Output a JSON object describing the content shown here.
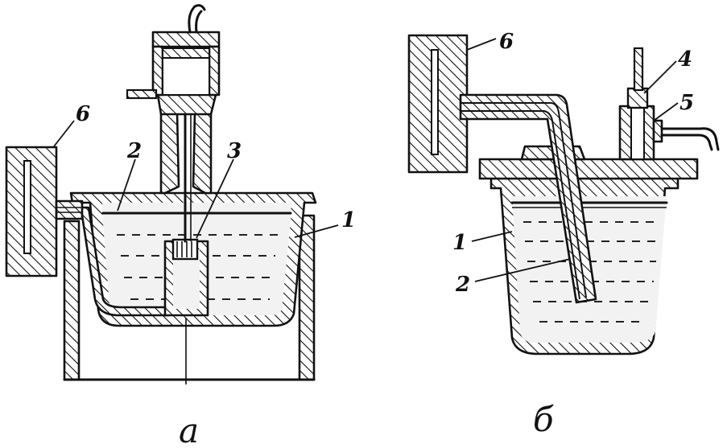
{
  "figure_a": {
    "caption": "a",
    "labels": [
      "1",
      "2",
      "3",
      "6"
    ]
  },
  "figure_b": {
    "caption": "б",
    "labels": [
      "1",
      "2",
      "4",
      "5",
      "6"
    ]
  }
}
